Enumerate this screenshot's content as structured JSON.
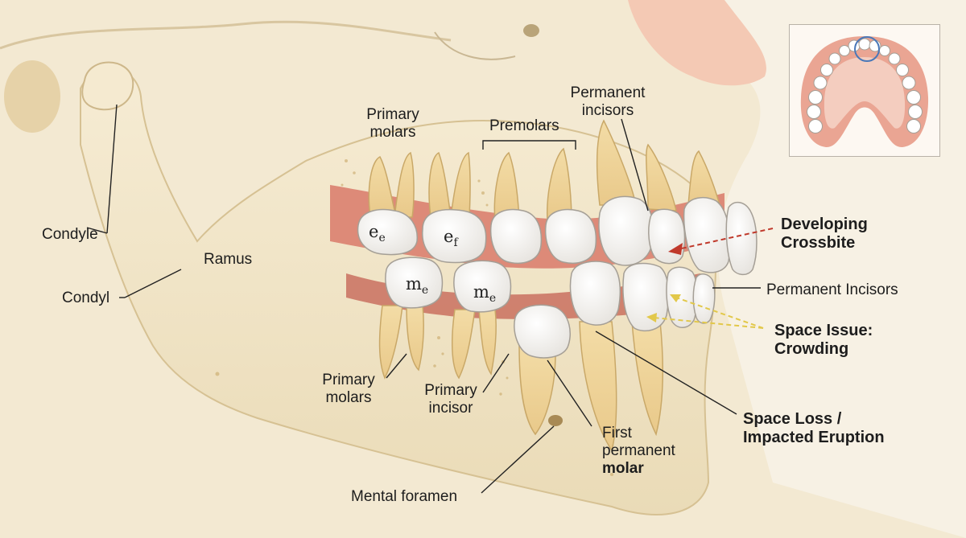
{
  "labels": {
    "condyle": "Condyle",
    "ramus": "Ramus",
    "condyl": "Condyl",
    "primary_molars_top_l1": "Primary",
    "primary_molars_top_l2": "molars",
    "premolars": "Premolars",
    "permanent_incisors_top_l1": "Permanent",
    "permanent_incisors_top_l2": "incisors",
    "developing_crossbite_l1": "Developing",
    "developing_crossbite_l2": "Crossbite",
    "permanent_incisors_right": "Permanent Incisors",
    "space_issue_l1": "Space Issue:",
    "space_issue_l2": "Crowding",
    "primary_molars_bottom_l1": "Primary",
    "primary_molars_bottom_l2": "molars",
    "primary_incisor_l1": "Primary",
    "primary_incisor_l2": "incisor",
    "first_molar_l1": "First",
    "first_molar_l2": "permanent",
    "first_molar_l3": "molar",
    "space_loss_l1": "Space Loss /",
    "space_loss_l2": "Impacted Eruption",
    "mental_foramen": "Mental foramen"
  },
  "tooth_letters": {
    "ee": {
      "base": "e",
      "sub": "e"
    },
    "ef": {
      "base": "e",
      "sub": "f"
    },
    "me1": {
      "base": "m",
      "sub": "e"
    },
    "me2": {
      "base": "m",
      "sub": "e"
    }
  },
  "colors": {
    "bone": "#f1e5c8",
    "gum": "#dd8a78",
    "crossbite_arrow": "#c0392b",
    "crowding_arrow": "#e2c84a",
    "inset_highlight": "#4a78b8"
  }
}
